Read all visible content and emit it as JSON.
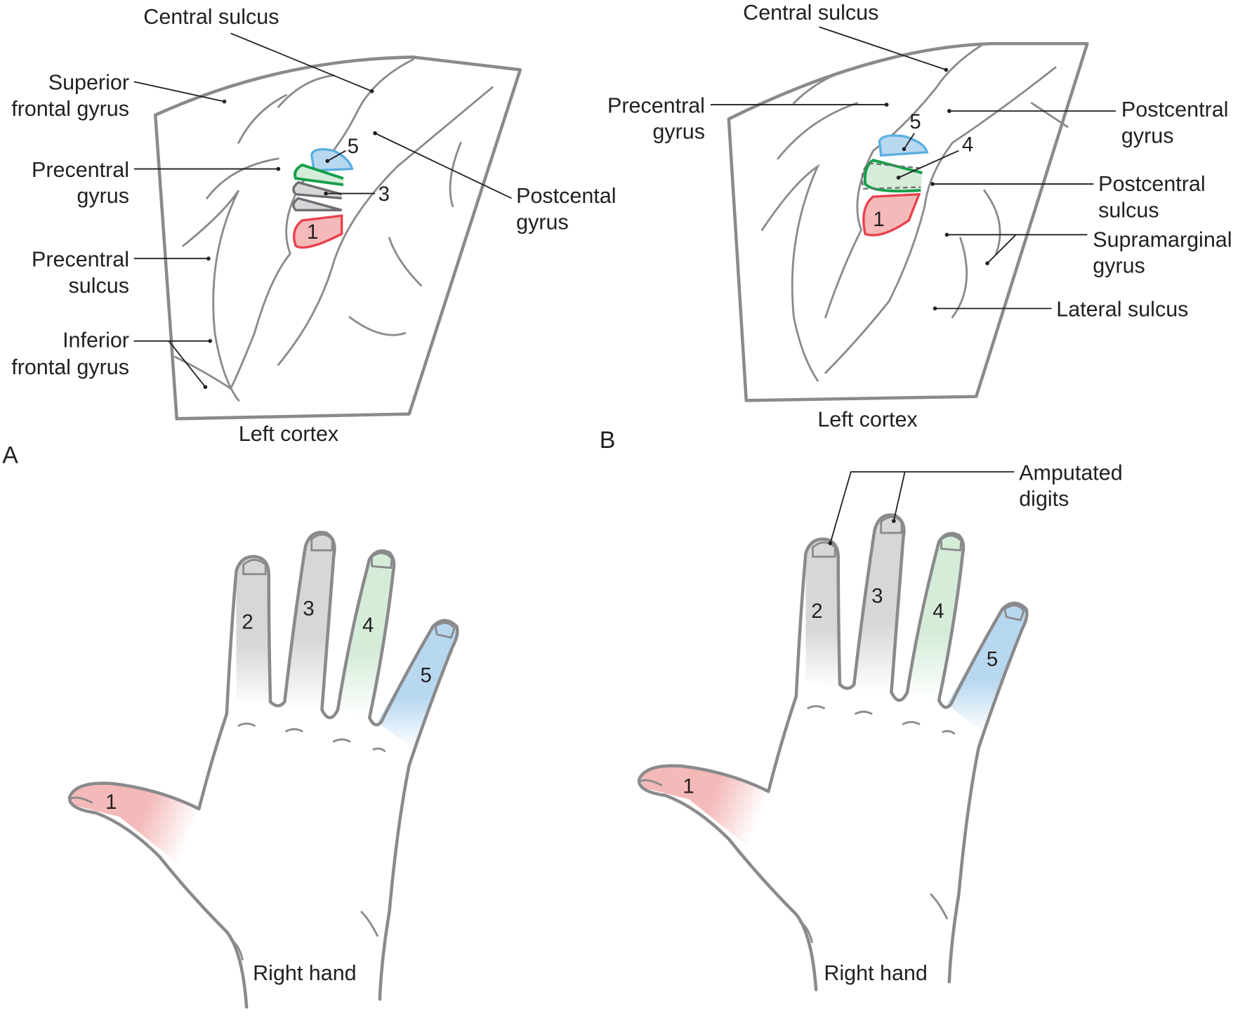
{
  "panel_a": {
    "letter": "A",
    "cortex_caption": "Left cortex",
    "hand_caption": "Right hand",
    "labels": {
      "central_sulcus": "Central sulcus",
      "superior_frontal_gyrus": [
        "Superior",
        "frontal gyrus"
      ],
      "precentral_gyrus": [
        "Precentral",
        "gyrus"
      ],
      "precentral_sulcus": [
        "Precentral",
        "sulcus"
      ],
      "inferior_frontal_gyrus": [
        "Inferior",
        "frontal gyrus"
      ],
      "postcentral_gyrus": [
        "Postcental",
        "gyrus"
      ]
    },
    "cortex_digits": [
      "5",
      "3",
      "1"
    ],
    "hand_digits": [
      "1",
      "2",
      "3",
      "4",
      "5"
    ]
  },
  "panel_b": {
    "letter": "B",
    "cortex_caption": "Left cortex",
    "hand_caption": "Right hand",
    "labels": {
      "central_sulcus": "Central sulcus",
      "precentral_gyrus": [
        "Precentral",
        "gyrus"
      ],
      "postcentral_gyrus": [
        "Postcentral",
        "gyrus"
      ],
      "postcentral_sulcus": [
        "Postcentral",
        "sulcus"
      ],
      "supramarginal_gyrus": [
        "Supramarginal",
        "gyrus"
      ],
      "lateral_sulcus": "Lateral sulcus",
      "amputated_digits": [
        "Amputated",
        "digits"
      ]
    },
    "cortex_digits": [
      "5",
      "4",
      "1"
    ],
    "hand_digits": [
      "1",
      "2",
      "3",
      "4",
      "5"
    ]
  },
  "colors": {
    "digit1": "#f4b9b9",
    "digit1_line": "#e8424e",
    "digit2_3": "#d6d7d9",
    "digit4": "#d5ecd9",
    "digit4_line": "#15a04a",
    "digit5": "#b8d8f0",
    "digit5_line": "#5aaee0",
    "outline": "#8a8a8c"
  }
}
